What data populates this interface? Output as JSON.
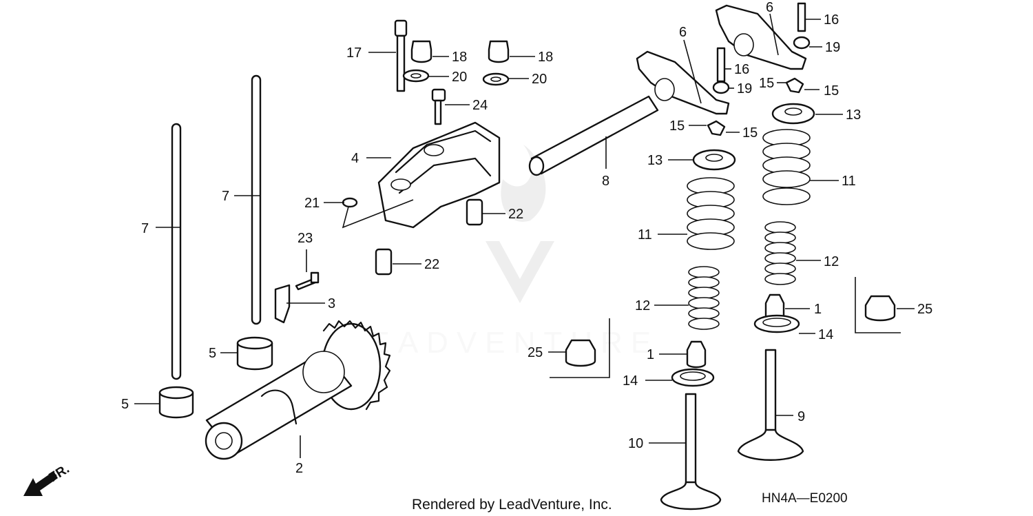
{
  "callouts": [
    "17",
    "18",
    "18",
    "20",
    "20",
    "24",
    "4",
    "21",
    "22",
    "22",
    "23",
    "3",
    "7",
    "7",
    "5",
    "5",
    "2",
    "6",
    "6",
    "16",
    "16",
    "19",
    "19",
    "15",
    "15",
    "15",
    "15",
    "13",
    "13",
    "8",
    "11",
    "11",
    "12",
    "12",
    "1",
    "1",
    "25",
    "25",
    "14",
    "14",
    "10",
    "9"
  ],
  "footer": {
    "rendered_by": "Rendered by LeadVenture, Inc.",
    "diagram_code": "HN4A—E0200"
  },
  "direction_label": "FR.",
  "watermark": {
    "text": "LEADVENTURE"
  },
  "colors": {
    "line": "#111111",
    "shade": "#d9d9d9",
    "watermark": "#bcbcbc"
  }
}
